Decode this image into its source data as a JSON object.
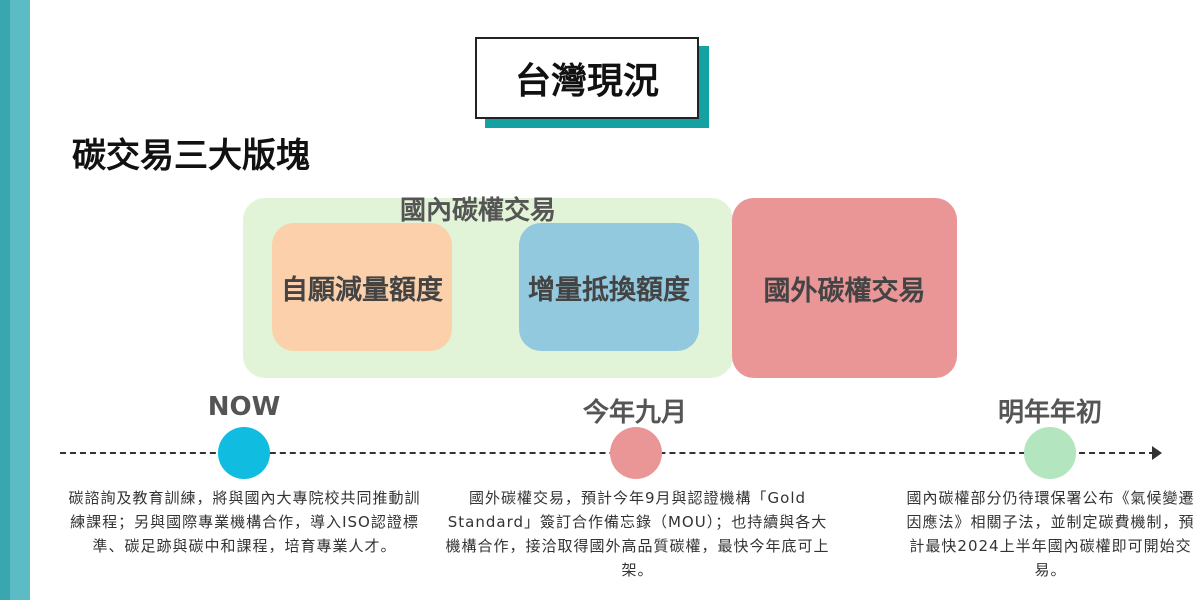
{
  "title": "台灣現況",
  "subtitle": "碳交易三大版塊",
  "domestic": {
    "label": "國內碳權交易",
    "voluntary": "自願減量額度",
    "offset": "增量抵換額度"
  },
  "international": {
    "label": "國外碳權交易"
  },
  "timeline": {
    "phases": [
      {
        "label": "NOW",
        "text": "碳諮詢及教育訓練，將與國內大專院校共同推動訓練課程；另與國際專業機構合作，導入ISO認證標準、碳足跡與碳中和課程，培育專業人才。"
      },
      {
        "label": "今年九月",
        "text": "國外碳權交易，預計今年9月與認證機構「Gold Standard」簽訂合作備忘錄（MOU）；也持續與各大機構合作，接洽取得國外高品質碳權，最快今年底可上架。"
      },
      {
        "label": "明年年初",
        "text": "國內碳權部分仍待環保署公布《氣候變遷因應法》相關子法，並制定碳費機制，預計最快2024上半年國內碳權即可開始交易。"
      }
    ]
  },
  "colors": {
    "accent_bar": "#5bbcc6",
    "title_shadow": "#13a1a1",
    "domestic_panel": "#e2f4d7",
    "voluntary_card": "#fcd0ab",
    "offset_card": "#93c9de",
    "international_card": "#ea9697",
    "dot_now": "#10bde0",
    "dot_september": "#ea9697",
    "dot_next_year": "#b3e5be"
  }
}
